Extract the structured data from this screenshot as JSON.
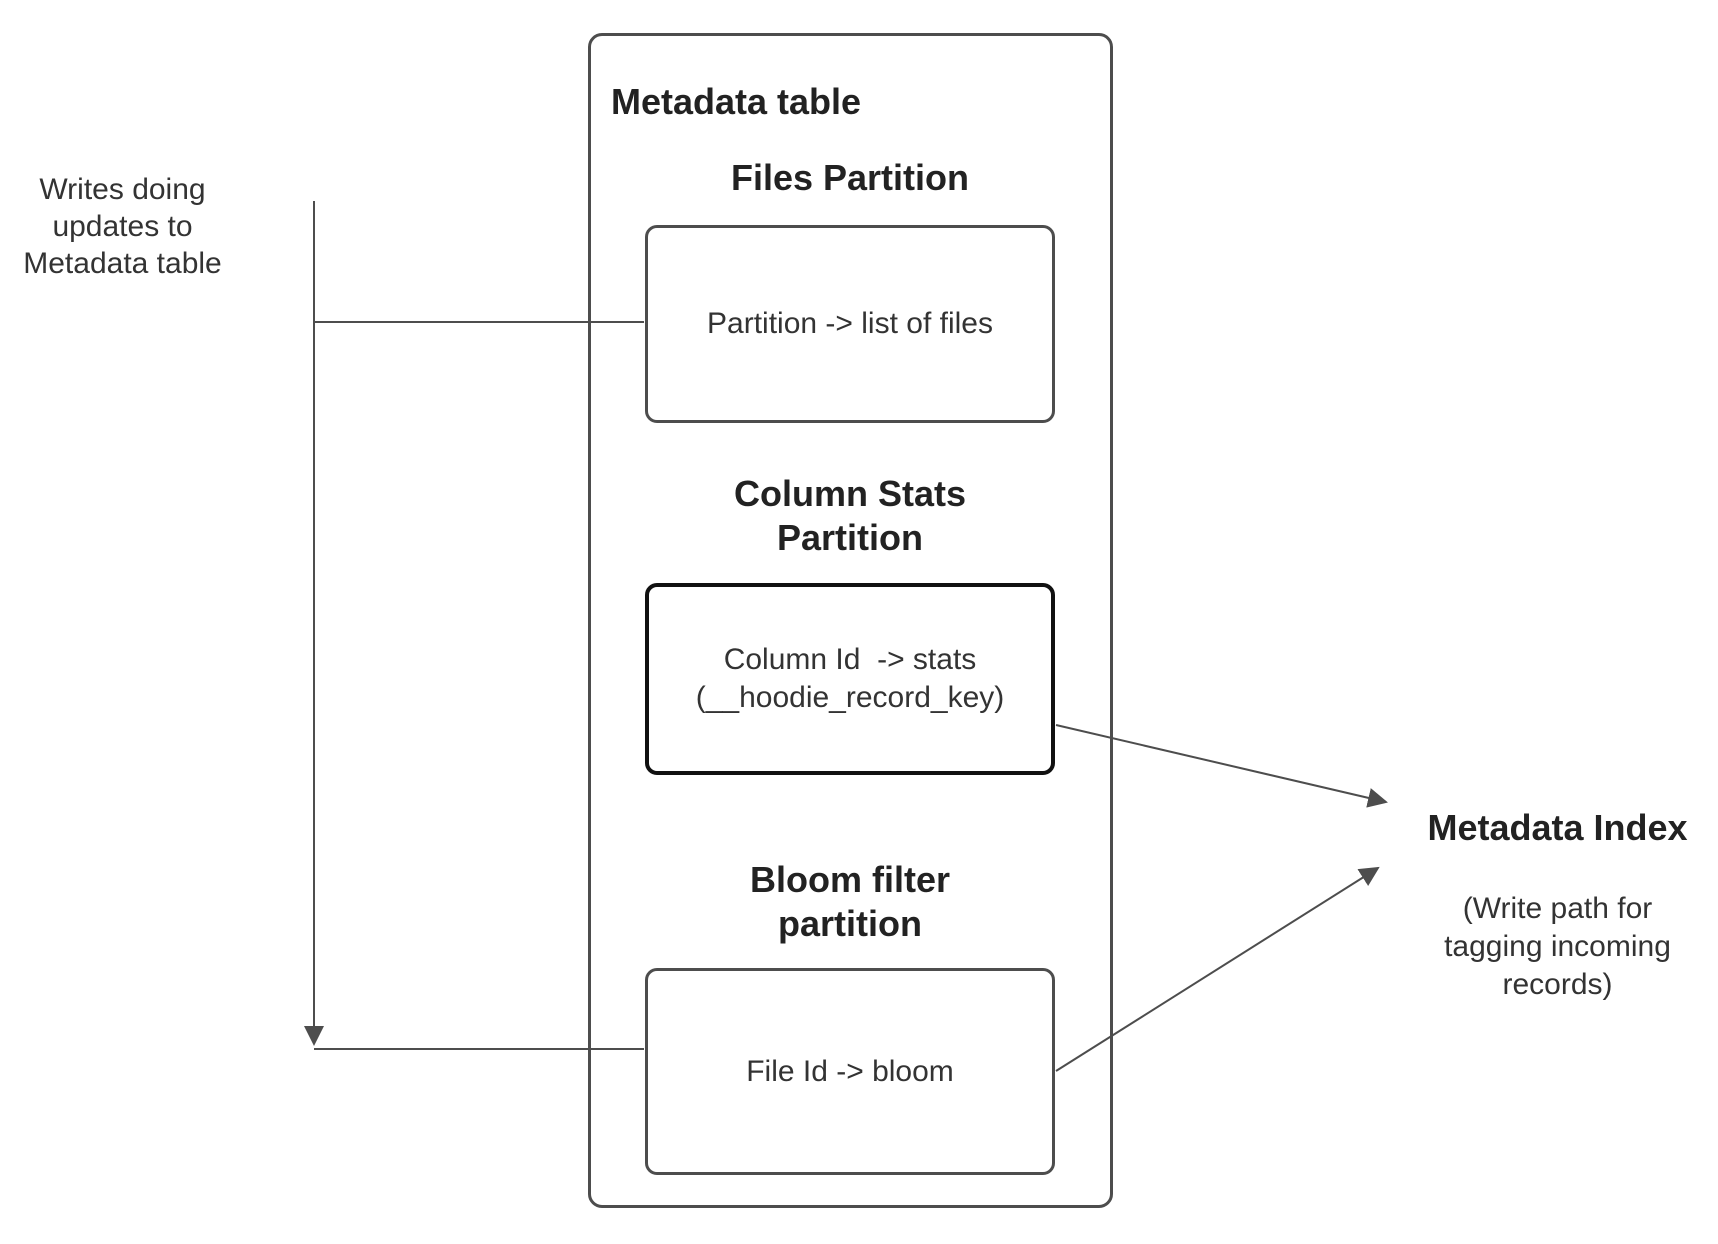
{
  "diagram": {
    "left_note": {
      "lines": [
        "Writes doing",
        "updates to",
        "Metadata table"
      ]
    },
    "metadata_table": {
      "title": "Metadata table",
      "files_partition": {
        "heading": "Files Partition",
        "box_text": "Partition -> list of files"
      },
      "column_stats_partition": {
        "heading_lines": [
          "Column Stats",
          "Partition"
        ],
        "box_lines": [
          "Column Id  -> stats",
          "(__hoodie_record_key)"
        ]
      },
      "bloom_filter_partition": {
        "heading_lines": [
          "Bloom filter",
          "partition"
        ],
        "box_text": "File Id -> bloom"
      }
    },
    "metadata_index": {
      "heading": "Metadata Index",
      "subtext_lines": [
        "(Write path for",
        "tagging incoming",
        "records)"
      ]
    },
    "colors": {
      "border_gray": "#4d4d4d",
      "border_black": "#111111",
      "heading_text": "#222222",
      "body_text": "#333333",
      "arrow_line": "#4d4d4d",
      "background": "#ffffff"
    }
  }
}
